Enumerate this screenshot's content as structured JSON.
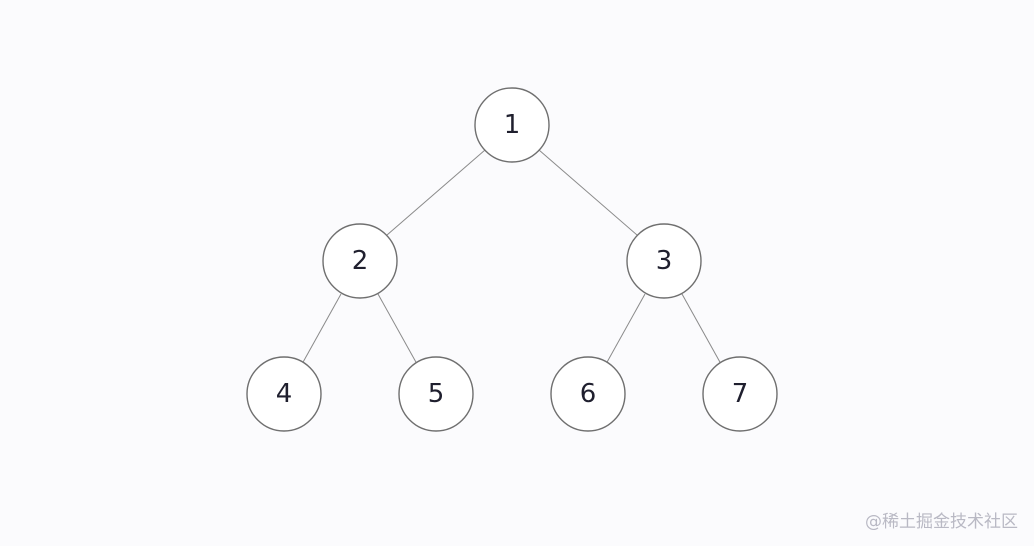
{
  "diagram": {
    "type": "binary-tree",
    "nodes": [
      {
        "id": "n1",
        "label": "1"
      },
      {
        "id": "n2",
        "label": "2"
      },
      {
        "id": "n3",
        "label": "3"
      },
      {
        "id": "n4",
        "label": "4"
      },
      {
        "id": "n5",
        "label": "5"
      },
      {
        "id": "n6",
        "label": "6"
      },
      {
        "id": "n7",
        "label": "7"
      }
    ],
    "edges": [
      {
        "from": "n1",
        "to": "n2"
      },
      {
        "from": "n1",
        "to": "n3"
      },
      {
        "from": "n2",
        "to": "n4"
      },
      {
        "from": "n2",
        "to": "n5"
      },
      {
        "from": "n3",
        "to": "n6"
      },
      {
        "from": "n3",
        "to": "n7"
      }
    ]
  },
  "watermark": "@稀土掘金技术社区"
}
